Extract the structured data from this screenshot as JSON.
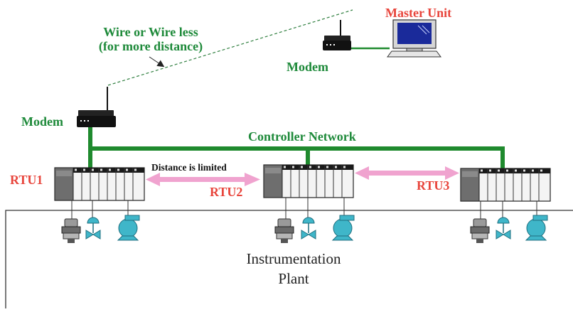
{
  "labels": {
    "master_unit": "Master Unit",
    "wire_line1": "Wire or Wire less",
    "wire_line2": "(for more distance)",
    "modem_top": "Modem",
    "modem_left": "Modem",
    "controller_network": "Controller Network",
    "distance_limited": "Distance is limited",
    "rtu1": "RTU1",
    "rtu2": "RTU2",
    "rtu3": "RTU3",
    "plant_line1": "Instrumentation",
    "plant_line2": "Plant"
  },
  "colors": {
    "network_green": "#1f8a2e",
    "label_red": "#e8453c",
    "label_green": "#1e8a3a",
    "arrow_pink": "#f0a3cf",
    "pump_cyan": "#3fb6c9",
    "screen_blue": "#1a2a9a",
    "wireless_link": "#2f7f3f"
  },
  "icons": {
    "computer": "desktop-computer-icon",
    "modem": "modem-icon",
    "rtu": "plc-rack-icon",
    "sensor": "flow-transmitter-icon",
    "valve": "control-valve-icon",
    "pump": "pump-icon"
  }
}
